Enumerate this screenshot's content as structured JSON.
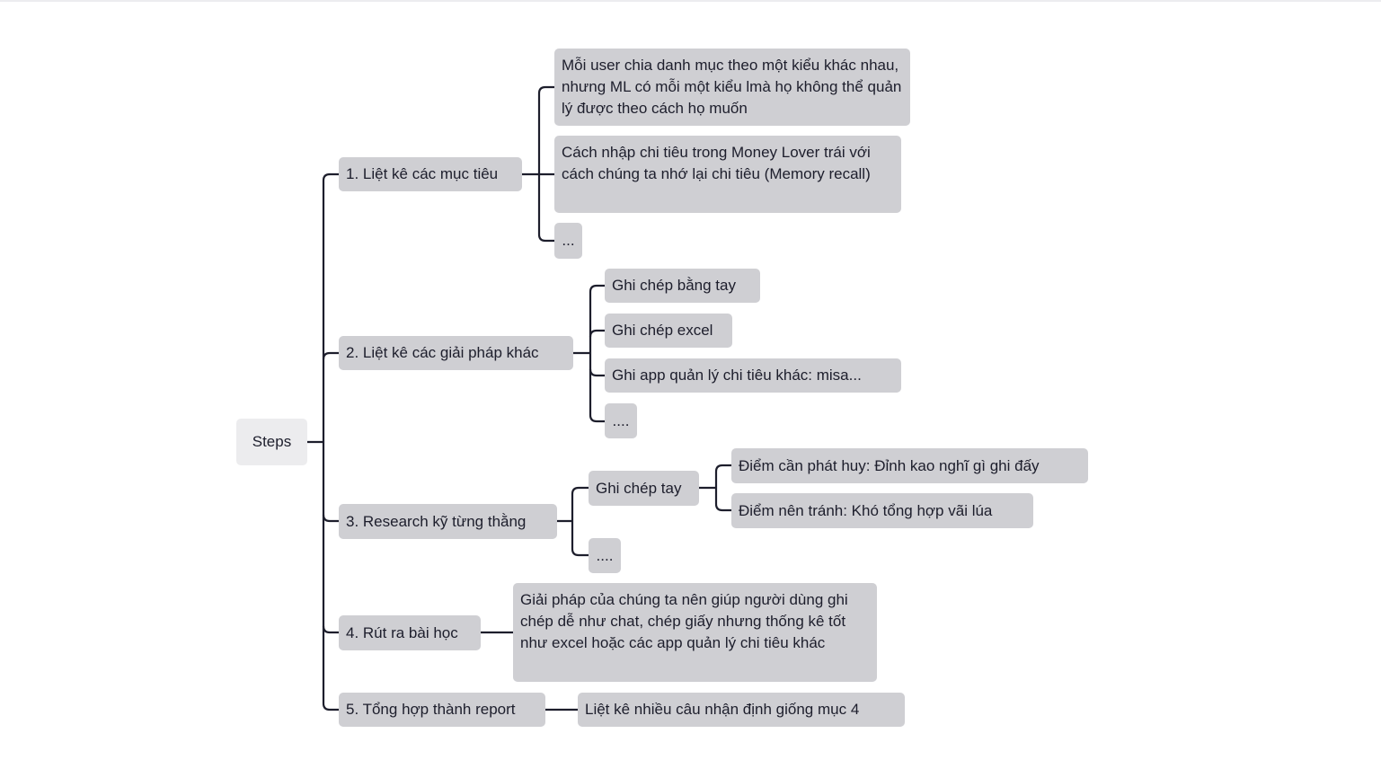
{
  "mindmap": {
    "root": "Steps",
    "step1": {
      "label": "1. Liệt kê các mục tiêu",
      "children": [
        "Mỗi user chia danh mục theo một kiểu khác nhau, nhưng ML có mỗi một kiểu lmà họ không thể quản lý được theo cách họ muốn",
        "Cách nhập chi tiêu trong Money Lover trái với cách chúng ta nhớ lại chi tiêu (Memory recall)",
        "..."
      ]
    },
    "step2": {
      "label": "2. Liệt kê các giải pháp khác",
      "children": [
        "Ghi chép bằng tay",
        "Ghi chép excel",
        "Ghi app quản lý chi tiêu khác: misa...",
        "...."
      ]
    },
    "step3": {
      "label": "3. Research kỹ từng thằng",
      "children": [
        "Ghi chép tay",
        "...."
      ],
      "grandchildren": [
        "Điểm cần phát huy: Đỉnh kao nghĩ gì ghi đấy",
        "Điểm nên tránh: Khó tổng hợp vãi lúa"
      ]
    },
    "step4": {
      "label": "4. Rút ra bài học",
      "children": [
        "Giải pháp của chúng ta nên giúp người dùng ghi chép dễ như chat, chép giấy nhưng thống kê tốt như excel hoặc các app quản lý chi tiêu khác"
      ]
    },
    "step5": {
      "label": "5. Tổng hợp thành report",
      "children": [
        "Liệt kê nhiều câu nhận định giống mục 4"
      ]
    }
  }
}
